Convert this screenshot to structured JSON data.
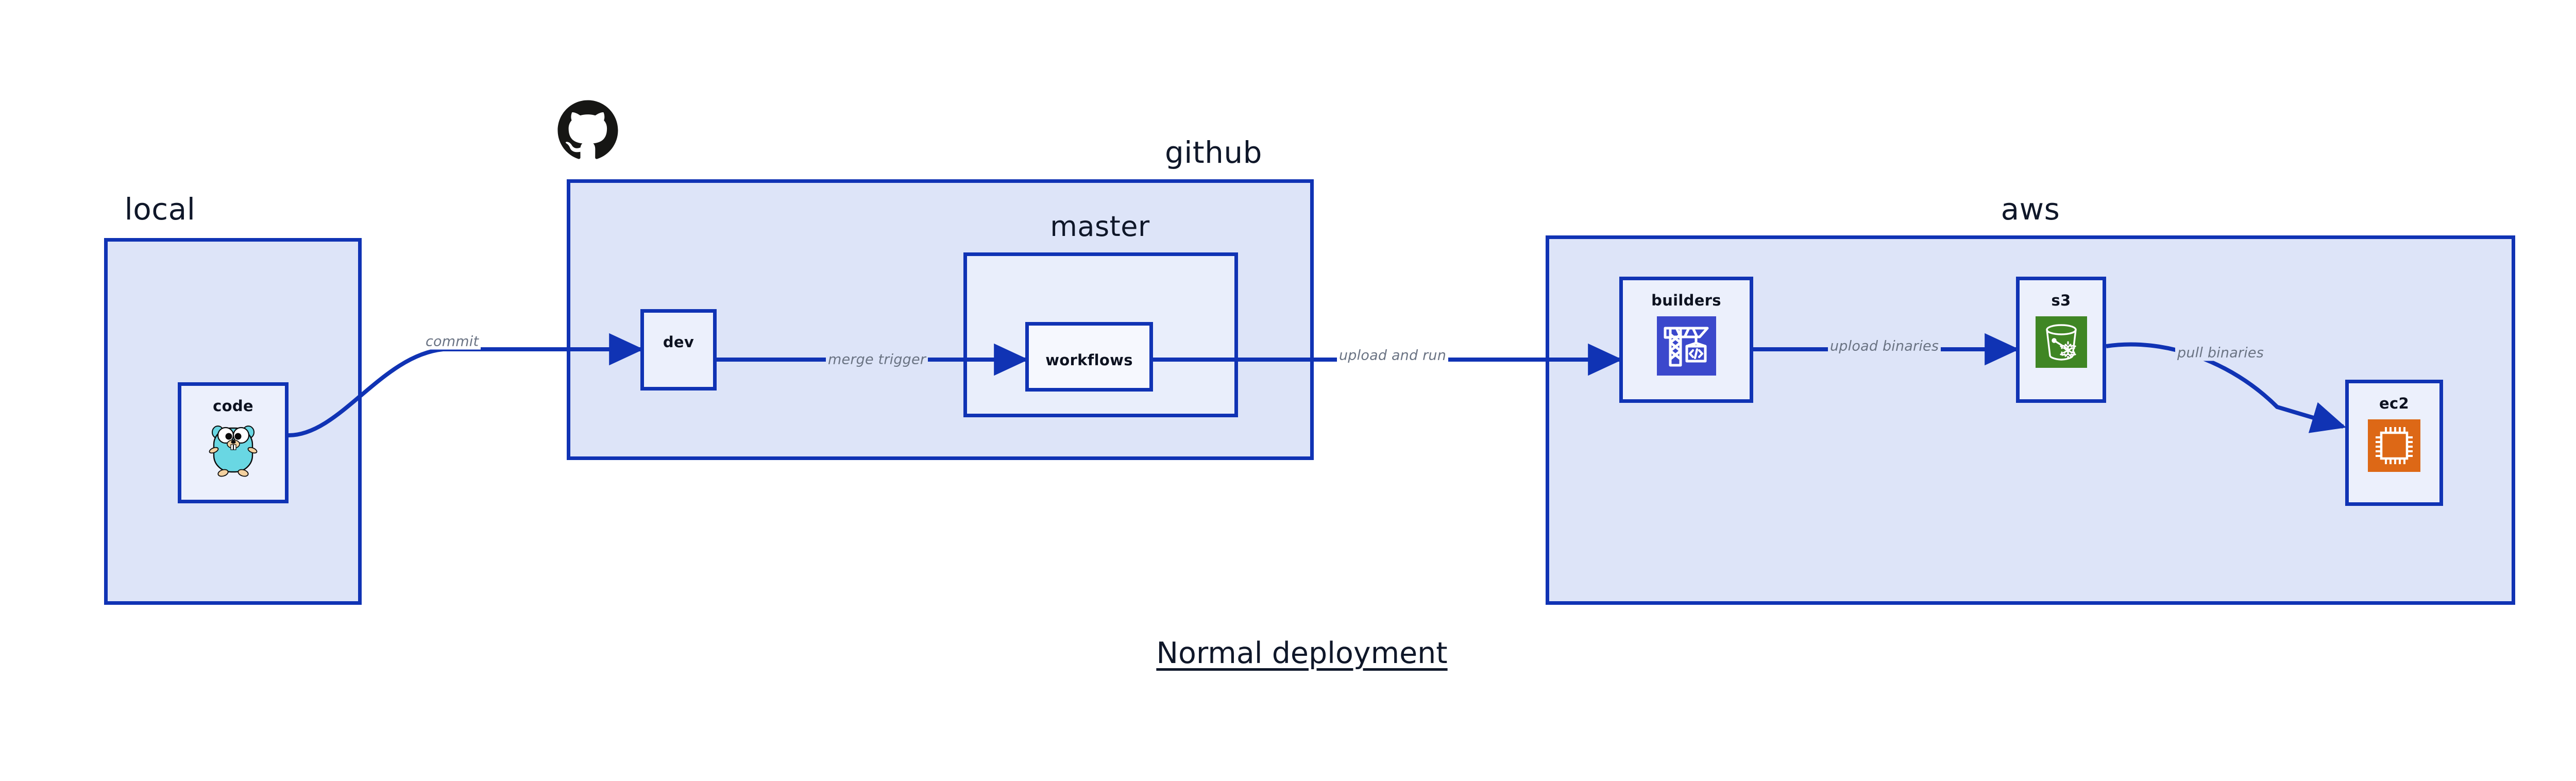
{
  "diagram": {
    "title": "Normal deployment",
    "colors": {
      "group_fill": "#dde4f8",
      "mid_fill": "#e9eefb",
      "node_fill": "#ecf0fc",
      "node_fill_white": "#f6f8fe",
      "border": "#1033b4",
      "arrow": "#1033b4",
      "label_text": "#0f1729",
      "edge_label_text": "#6a7383",
      "codebuild_blue": "#3b48cc",
      "s3_green": "#3f8624",
      "ec2_orange": "#dd6816",
      "gopher_cyan": "#69d7e3",
      "github_black": "#161614"
    },
    "groups": [
      {
        "id": "local",
        "label": "local"
      },
      {
        "id": "github",
        "label": "github"
      },
      {
        "id": "aws",
        "label": "aws"
      }
    ],
    "containers": [
      {
        "id": "master",
        "label": "master",
        "parent": "github"
      }
    ],
    "nodes": [
      {
        "id": "code",
        "label": "code",
        "parent": "local",
        "icon": "go-gopher-icon"
      },
      {
        "id": "dev",
        "label": "dev",
        "parent": "github",
        "icon": "none"
      },
      {
        "id": "workflows",
        "label": "workflows",
        "parent": "master",
        "icon": "none"
      },
      {
        "id": "builders",
        "label": "builders",
        "parent": "aws",
        "icon": "aws-codebuild-icon"
      },
      {
        "id": "s3",
        "label": "s3",
        "parent": "aws",
        "icon": "aws-s3-glacier-icon"
      },
      {
        "id": "ec2",
        "label": "ec2",
        "parent": "aws",
        "icon": "aws-ec2-icon"
      }
    ],
    "edges": [
      {
        "id": "commit",
        "label": "commit",
        "from": "code",
        "to": "dev",
        "shape": "curve"
      },
      {
        "id": "merge-trigger",
        "label": "merge trigger",
        "from": "dev",
        "to": "workflows",
        "shape": "straight"
      },
      {
        "id": "upload-run",
        "label": "upload and run",
        "from": "workflows",
        "to": "builders",
        "shape": "straight"
      },
      {
        "id": "upload-bins",
        "label": "upload binaries",
        "from": "builders",
        "to": "s3",
        "shape": "straight"
      },
      {
        "id": "pull-bins",
        "label": "pull binaries",
        "from": "s3",
        "to": "ec2",
        "shape": "curve"
      }
    ],
    "logos": [
      {
        "id": "github-logo",
        "name": "github-octocat-icon",
        "attached_to": "github"
      }
    ]
  }
}
